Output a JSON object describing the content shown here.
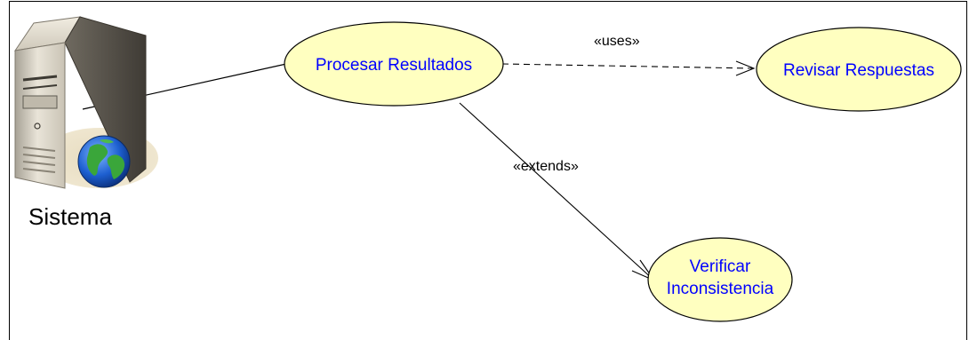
{
  "diagram": {
    "actor": {
      "name": "Sistema",
      "icon": "server-globe-icon"
    },
    "use_cases": [
      {
        "id": "procesar",
        "lines": [
          "Procesar Resultados"
        ]
      },
      {
        "id": "revisar",
        "lines": [
          "Revisar Respuestas"
        ]
      },
      {
        "id": "verificar",
        "lines": [
          "Verificar",
          "Inconsistencia"
        ]
      }
    ],
    "relations": [
      {
        "from": "Sistema",
        "to": "Procesar Resultados",
        "kind": "association"
      },
      {
        "from": "Procesar Resultados",
        "to": "Revisar Respuestas",
        "kind": "dependency",
        "stereotype": "«uses»"
      },
      {
        "from": "Procesar Resultados",
        "to": "Verificar Inconsistencia",
        "kind": "dependency",
        "stereotype": "«extends»"
      }
    ],
    "colors": {
      "usecase_fill": "#ffffc0",
      "usecase_text": "#0000ff",
      "border": "#000000",
      "background": "#ffffff"
    }
  }
}
